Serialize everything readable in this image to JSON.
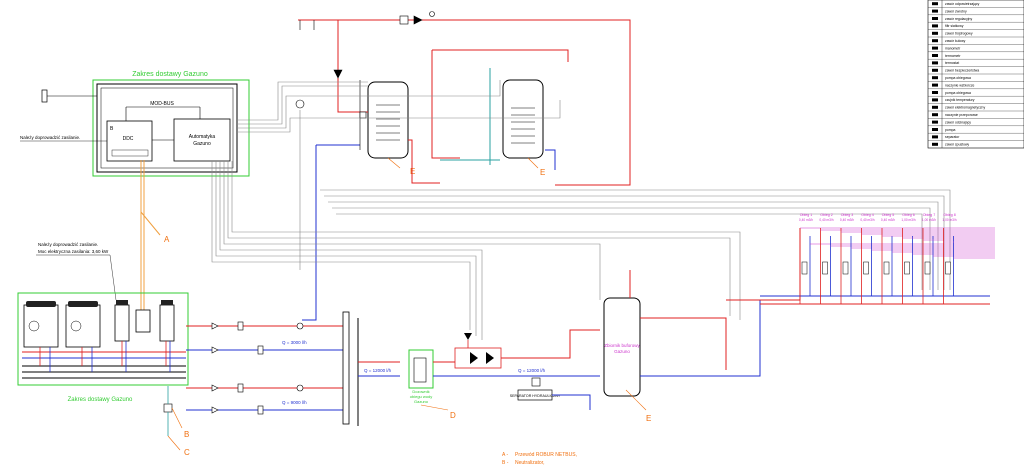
{
  "scope_top": {
    "title": "Zakres dostawy Gazuno"
  },
  "scope_bottom": {
    "title": "Zakres dostawy Gazuno"
  },
  "control": {
    "modbus": "MOD-BUS",
    "ddc": "DDC",
    "ddc_tag": "B",
    "automatics": [
      "Automatyka",
      "Gazuno"
    ]
  },
  "notes": {
    "power_top": "Należy doprowadzić zasilanie.",
    "power_mid": [
      "Należy doprowadzić zasilanie.",
      "Moc elektryczna zasilania: 3,60 kW"
    ]
  },
  "flows": [
    "Q = 3000 l/h",
    "Q = 12000 l/h",
    "Q = 9000 l/h",
    "Q = 12000 l/h"
  ],
  "components": {
    "dosing": [
      "Dozownik",
      "obiegu wody",
      "Gazuno"
    ],
    "buffer": [
      "Zbiornik buforowy",
      "Gazuno"
    ],
    "separator": "SEPARATOR HYDRAULICZNY"
  },
  "callouts": [
    "A",
    "B",
    "C",
    "D",
    "E",
    "E",
    "E"
  ],
  "circuits": [
    {
      "name": "Obieg 1",
      "flow": "0,40 m3/h"
    },
    {
      "name": "Obieg 2",
      "flow": "0,40 m3/h"
    },
    {
      "name": "Obieg 3",
      "flow": "0,40 m3/h"
    },
    {
      "name": "Obieg 4",
      "flow": "0,40 m3/h"
    },
    {
      "name": "Obieg 5",
      "flow": "0,40 m3/h"
    },
    {
      "name": "Obieg 6",
      "flow": "1,00 m3/h"
    },
    {
      "name": "Obieg 7",
      "flow": "1,00 m3/h"
    },
    {
      "name": "Obieg 8",
      "flow": "1,00 m3/h"
    }
  ],
  "legend_bottom": [
    {
      "key": "A -",
      "text": "Przewód ROBUR NETBUS,"
    },
    {
      "key": "B -",
      "text": "Neutralizator,"
    }
  ],
  "legend_table": [
    "zawór odpowietrzający",
    "zawór zwrotny",
    "zawór regulacyjny",
    "filtr siatkowy",
    "zawór trójdrogowy",
    "zawór kulowy",
    "manometr",
    "termometr",
    "termostat",
    "zawór bezpieczeństwa",
    "pompa obiegowa",
    "naczynie wzbiorcze",
    "pompa obiegowa",
    "czujnik temperatury",
    "zawór elektromagnetyczny",
    "naczynie przeponowe",
    "zawór odcinający",
    "pompa",
    "separator",
    "zawór spustowy"
  ],
  "colors": {
    "supply": "#e02020",
    "return": "#2030d0",
    "signal": "#888888",
    "scope": "#33cc33",
    "callout": "#f07010",
    "circuit_label": "#cc33cc",
    "cable": "#f0a040"
  }
}
